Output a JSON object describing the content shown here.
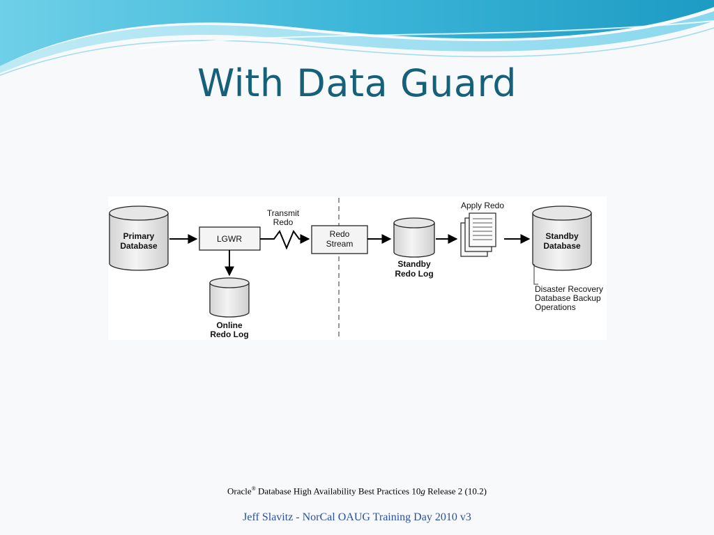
{
  "slide": {
    "title": "With Data Guard",
    "caption_prefix": "Oracle",
    "caption_mark": "®",
    "caption_middle": " Database High Availability Best Practices 10",
    "caption_g": "g",
    "caption_suffix": " Release 2 (10.2)",
    "footer": "Jeff Slavitz - NorCal OAUG Training Day 2010 v3"
  },
  "diagram": {
    "primary_db": [
      "Primary",
      "Database"
    ],
    "lgwr": "LGWR",
    "transmit_redo": [
      "Transmit",
      "Redo"
    ],
    "online_redo_log": [
      "Online",
      "Redo Log"
    ],
    "redo_stream": [
      "Redo",
      "Stream"
    ],
    "standby_redo_log": [
      "Standby",
      "Redo Log"
    ],
    "apply_redo": "Apply Redo",
    "standby_db": [
      "Standby",
      "Database"
    ],
    "standby_uses": [
      "Disaster Recovery",
      "Database Backup",
      "Operations"
    ]
  }
}
